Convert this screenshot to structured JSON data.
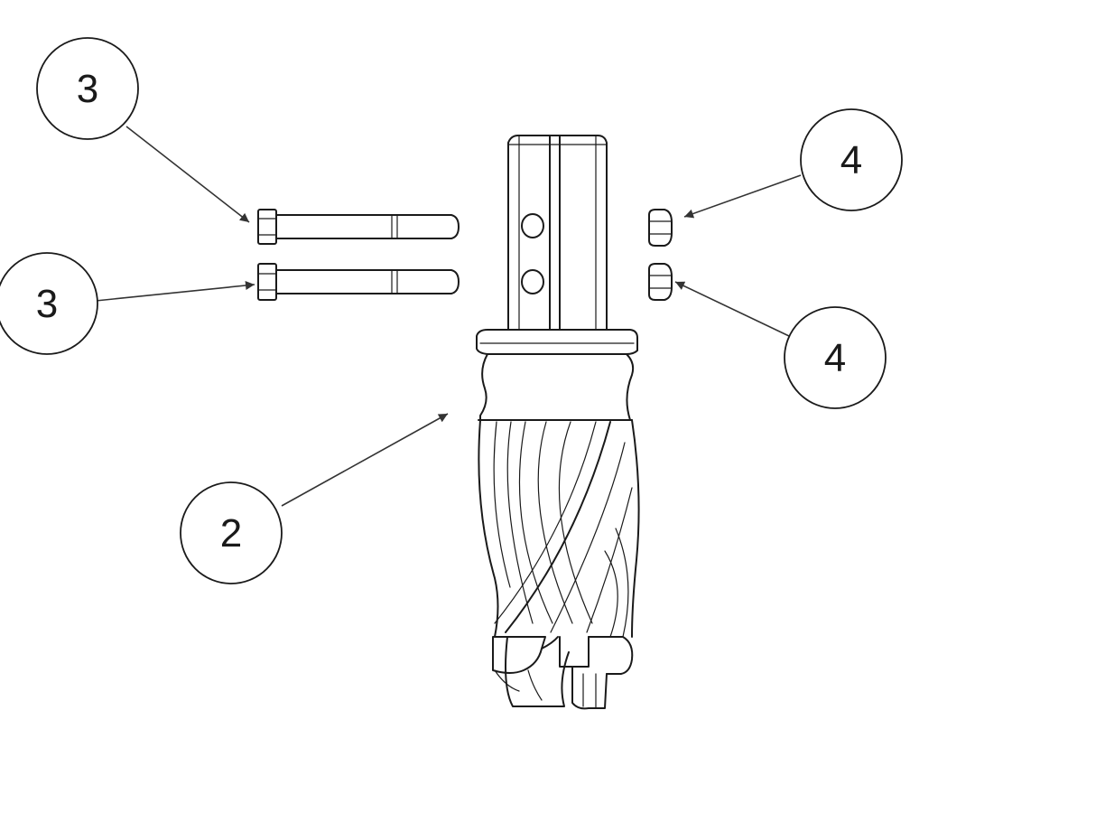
{
  "callouts": [
    {
      "id": "callout-bolt-upper",
      "number": "3"
    },
    {
      "id": "callout-bolt-lower",
      "number": "3"
    },
    {
      "id": "callout-nut-upper",
      "number": "4"
    },
    {
      "id": "callout-nut-lower",
      "number": "4"
    },
    {
      "id": "callout-auger-tooth",
      "number": "2"
    }
  ],
  "colors": {
    "line": "#1a1a1a",
    "leader": "#333333",
    "background": "#ffffff"
  }
}
